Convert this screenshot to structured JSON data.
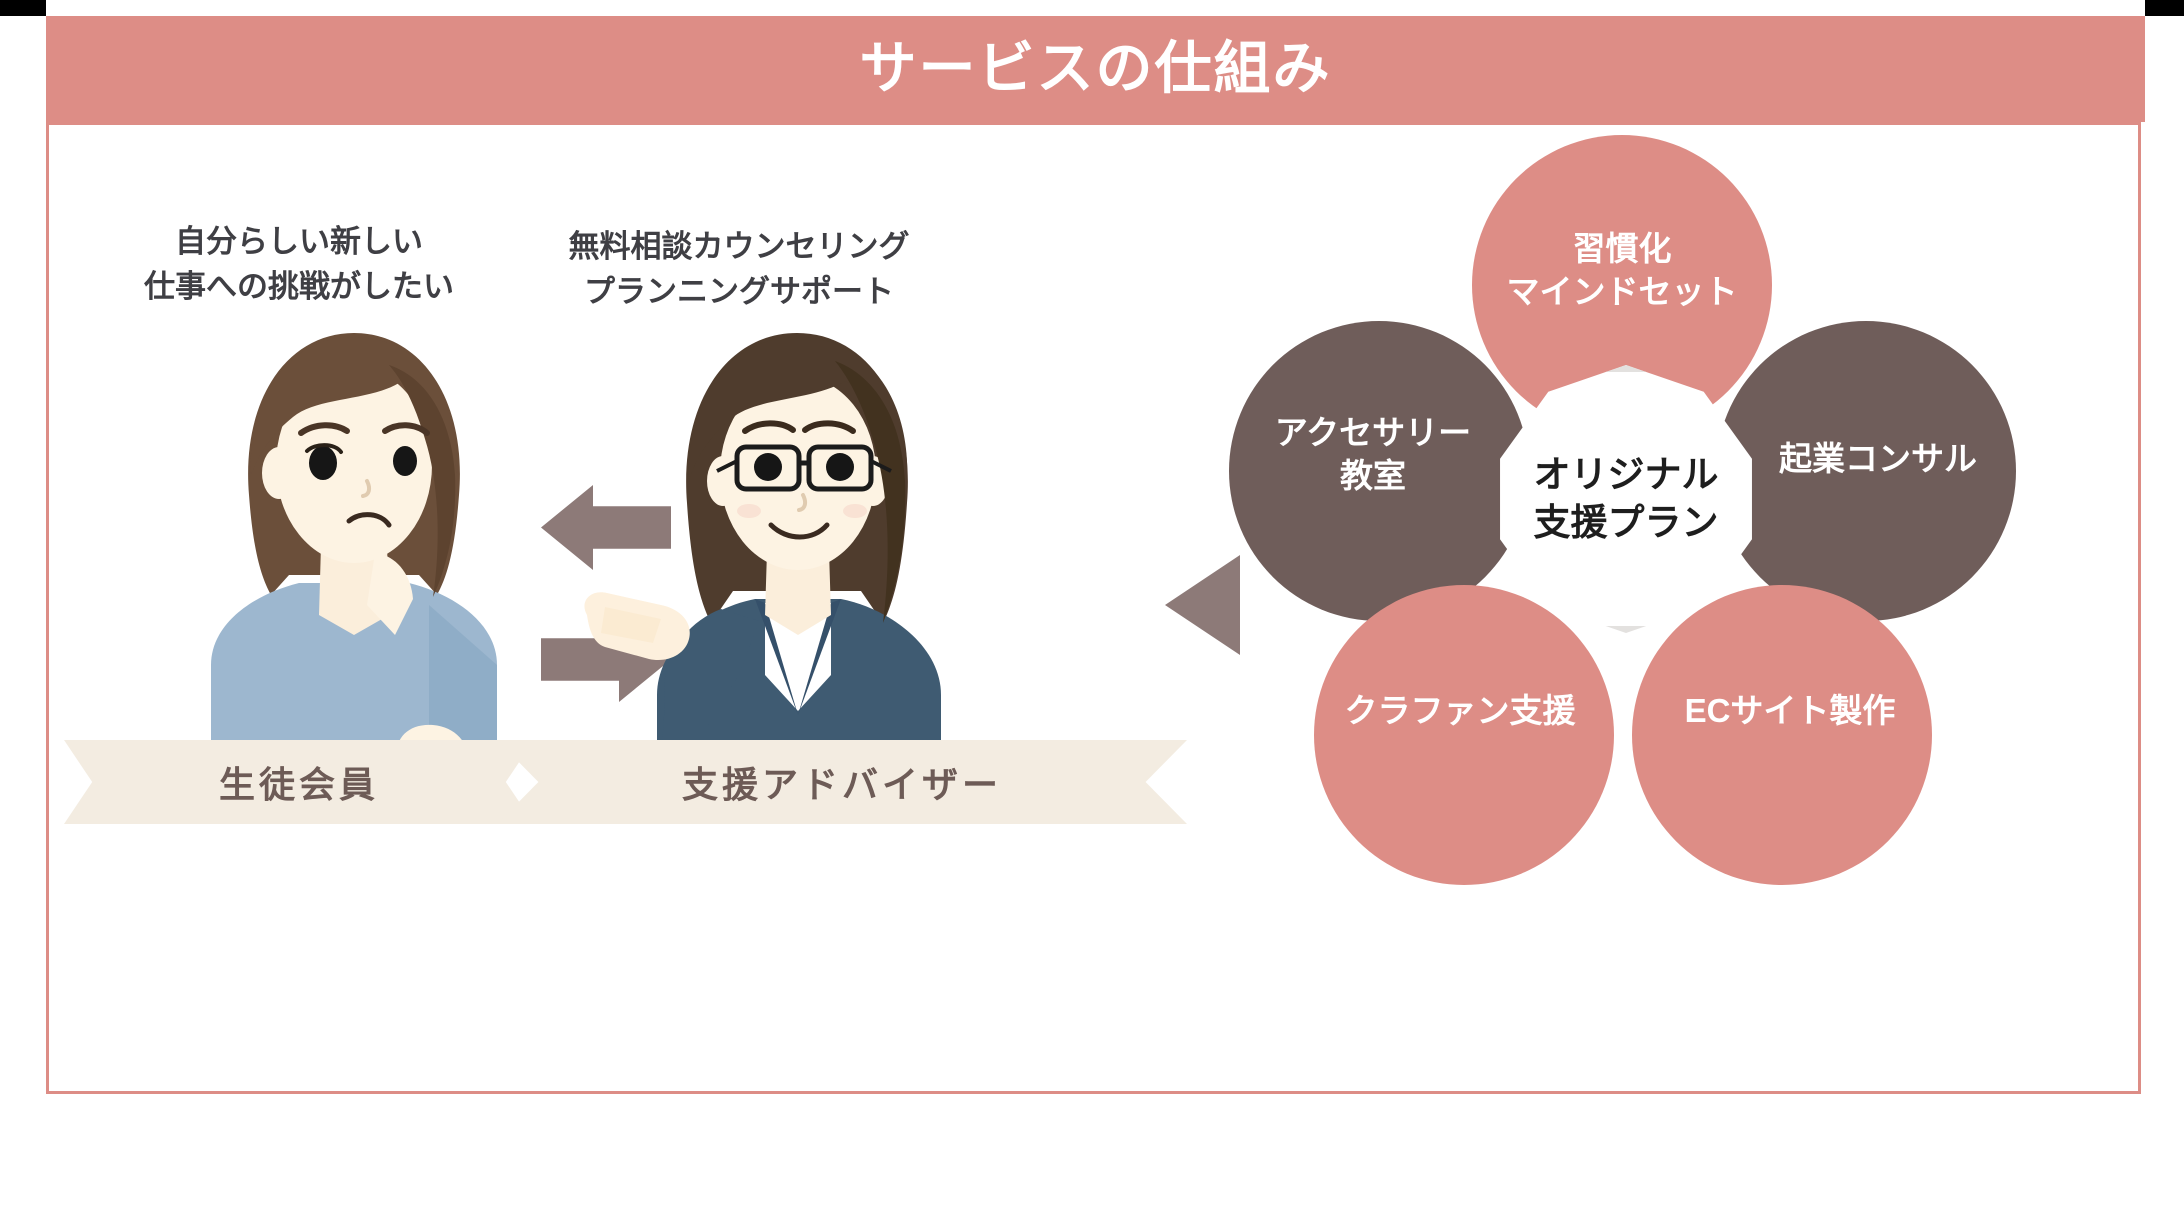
{
  "header": {
    "title": "サービスの仕組み",
    "bg_color": "#dd8d86",
    "text_color": "#ffffff"
  },
  "frame": {
    "border_color": "#dd8d86"
  },
  "personas": [
    {
      "id": "student",
      "caption": "自分らしい新しい\n仕事への挑戦がしたい",
      "ribbon_label": "生徒会員",
      "illustration": "worried-woman-illustration",
      "clothing_color": "#9db7cf",
      "hair_color": "#6b4f3a"
    },
    {
      "id": "advisor",
      "caption": "無料相談カウンセリング\nプランニングサポート",
      "ribbon_label": "支援アドバイザー",
      "illustration": "smiling-woman-with-glasses-illustration",
      "clothing_color": "#3f5b72",
      "hair_color": "#4f3c2d"
    }
  ],
  "arrows": {
    "exchange_color": "#8d7a78",
    "left_arrow": "arrow-left-icon",
    "right_arrow": "arrow-right-icon",
    "pointer_triangle": "triangle-left-icon"
  },
  "chart_data": {
    "type": "diagram",
    "title": "オリジナル支援プラン",
    "center": {
      "label": "オリジナル\n支援プラン",
      "text_color": "#1e1e1e",
      "fill": "#ffffff",
      "stroke": "#e3e1df"
    },
    "petals": [
      {
        "position": "top",
        "label": "習慣化\nマインドセット",
        "color": "#dd8d86"
      },
      {
        "position": "left",
        "label": "アクセサリー\n教室",
        "color": "#6f5d5a"
      },
      {
        "position": "right",
        "label": "起業コンサル",
        "color": "#6f5d5a"
      },
      {
        "position": "bottom-left",
        "label": "クラファン支援",
        "color": "#dd8d86"
      },
      {
        "position": "bottom-right",
        "label": "ECサイト製作",
        "color": "#dd8d86"
      }
    ]
  }
}
